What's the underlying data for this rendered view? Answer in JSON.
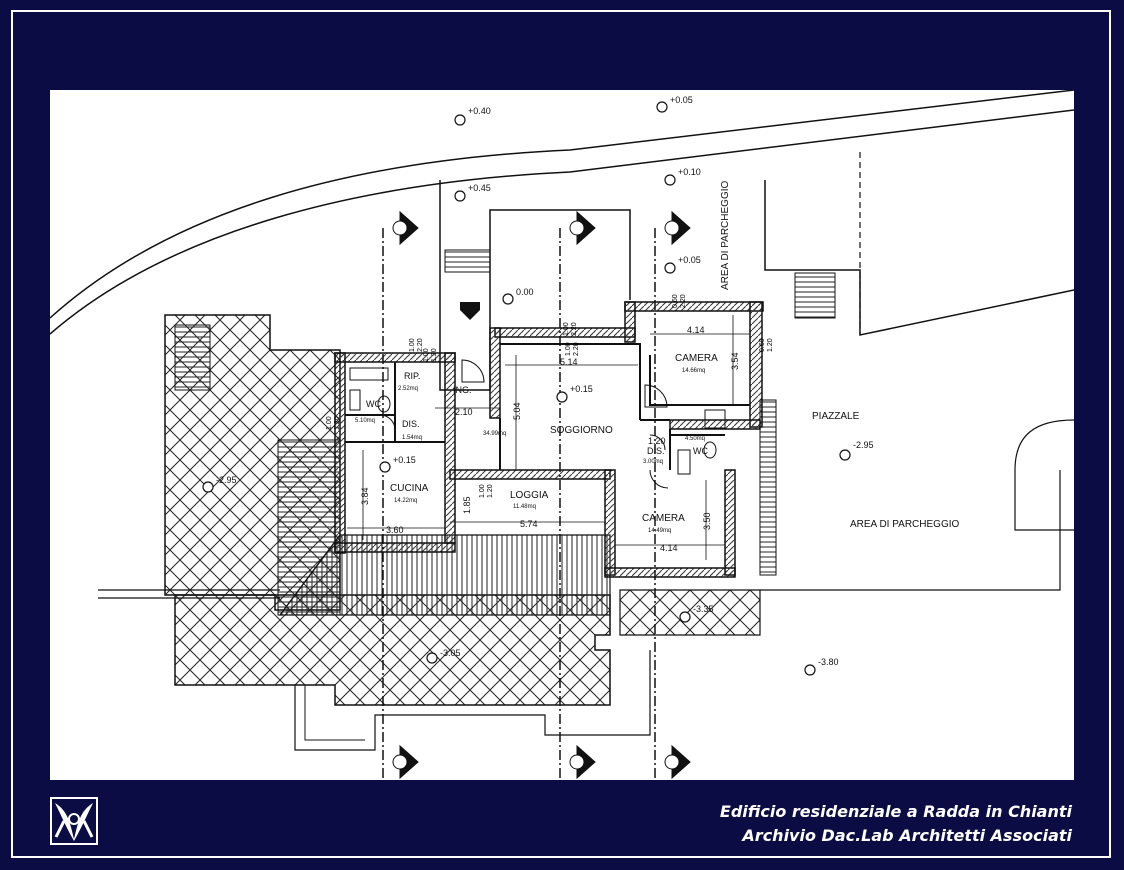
{
  "caption": {
    "line1": "Edificio residenziale a Radda in Chianti",
    "line2": "Archivio Dac.Lab Architetti Associati"
  },
  "colors": {
    "background": "#0b0c44",
    "paper": "#ffffff",
    "ink": "#111111"
  },
  "logo": {
    "icon": "dac-lab-logo"
  },
  "plan": {
    "rooms": [
      {
        "name": "CAMERA",
        "area": "14.66mq"
      },
      {
        "name": "SOGGIORNO",
        "area": "34.99mq"
      },
      {
        "name": "CUCINA",
        "area": "14.22mq"
      },
      {
        "name": "LOGGIA",
        "area": "11.48mq"
      },
      {
        "name": "CAMERA",
        "area": "14.49mq"
      },
      {
        "name": "RIP.",
        "area": "2.52mq"
      },
      {
        "name": "WC",
        "area": "5.10mq"
      },
      {
        "name": "DIS.",
        "area": "1.54mq"
      },
      {
        "name": "DIS.",
        "area": "3.00mq"
      },
      {
        "name": "WC",
        "area": "4.50mq"
      },
      {
        "name": "ING.",
        "area": ""
      }
    ],
    "areas": [
      "PIAZZALE",
      "AREA DI PARCHEGGIO",
      "AREA DI PARCHEGGIO"
    ],
    "levels": [
      "+0.40",
      "+0.05",
      "+0.45",
      "+0.10",
      "+0.05",
      "0.00",
      "+0.15",
      "+0.15",
      "-2.95",
      "-2.95",
      "-3.35",
      "-3.05",
      "-3.80"
    ],
    "dimensions": [
      "4.14",
      "3.54",
      "5.14",
      "5.04",
      "2.10",
      "3.84",
      "3.60",
      "5.74",
      "1.85",
      "3.50",
      "4.14",
      "1.20"
    ],
    "openings": [
      "1.00\n2.20",
      "1.00\n1.20",
      "1.00\n2.20",
      "1.00\n2.20",
      "0.60\n2.20",
      "0.60\n1.20",
      "1.00\n1.20",
      "1.00\n1.20"
    ]
  }
}
